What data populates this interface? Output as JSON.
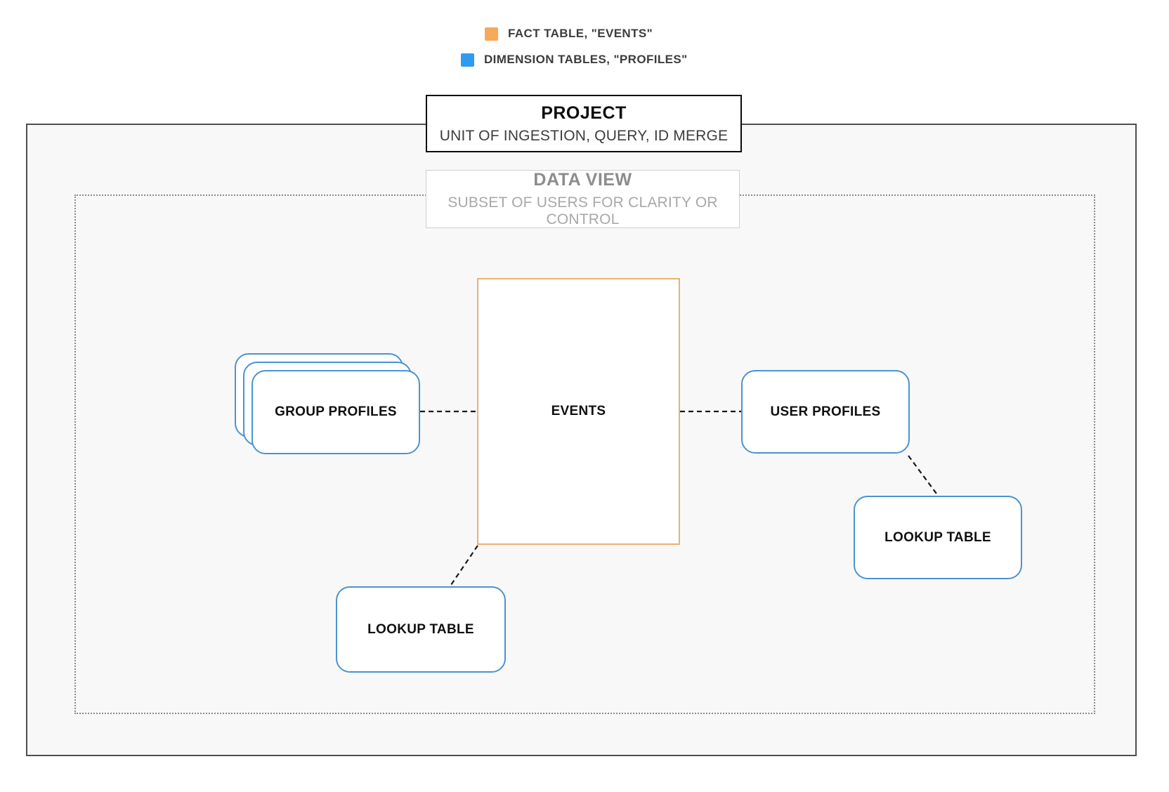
{
  "legend": {
    "fact": {
      "label": "FACT TABLE, \"EVENTS\"",
      "color": "#F4A95B"
    },
    "dimension": {
      "label": "DIMENSION TABLES, \"PROFILES\"",
      "color": "#2F9BF0"
    }
  },
  "project_box": {
    "title": "PROJECT",
    "subtitle": "UNIT OF INGESTION, QUERY, ID MERGE"
  },
  "data_view_box": {
    "title": "DATA VIEW",
    "subtitle": "SUBSET OF USERS FOR CLARITY OR CONTROL"
  },
  "nodes": {
    "events": {
      "label": "EVENTS",
      "border_color": "#E9B272"
    },
    "group_profiles": {
      "label": "GROUP PROFILES",
      "border_color": "#4B93D1"
    },
    "user_profiles": {
      "label": "USER PROFILES",
      "border_color": "#4B93D1"
    },
    "lookup_table_bottom": {
      "label": "LOOKUP TABLE",
      "border_color": "#4B93D1"
    },
    "lookup_table_right": {
      "label": "LOOKUP TABLE",
      "border_color": "#4B93D1"
    }
  }
}
